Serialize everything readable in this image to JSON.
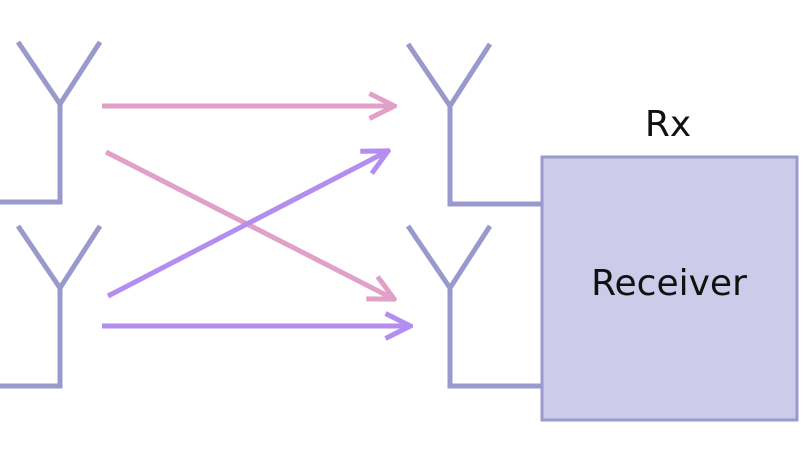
{
  "receiver": {
    "caption": "Rx",
    "label": "Receiver"
  },
  "antennas": {
    "transmit_count": 2,
    "receive_count": 2
  },
  "paths": [
    {
      "from": "tx-1",
      "to": "rx-1",
      "color": "#e0a0c8"
    },
    {
      "from": "tx-1",
      "to": "rx-2",
      "color": "#e0a0c8"
    },
    {
      "from": "tx-2",
      "to": "rx-1",
      "color": "#b38df0"
    },
    {
      "from": "tx-2",
      "to": "rx-2",
      "color": "#b38df0"
    }
  ],
  "colors": {
    "antenna": "#9999cc",
    "receiver_fill": "#ccccea",
    "receiver_stroke": "#9a9acc",
    "path_from_tx1": "#e0a0c8",
    "path_from_tx2": "#b38df0",
    "text": "#111111",
    "background": "#ffffff"
  }
}
